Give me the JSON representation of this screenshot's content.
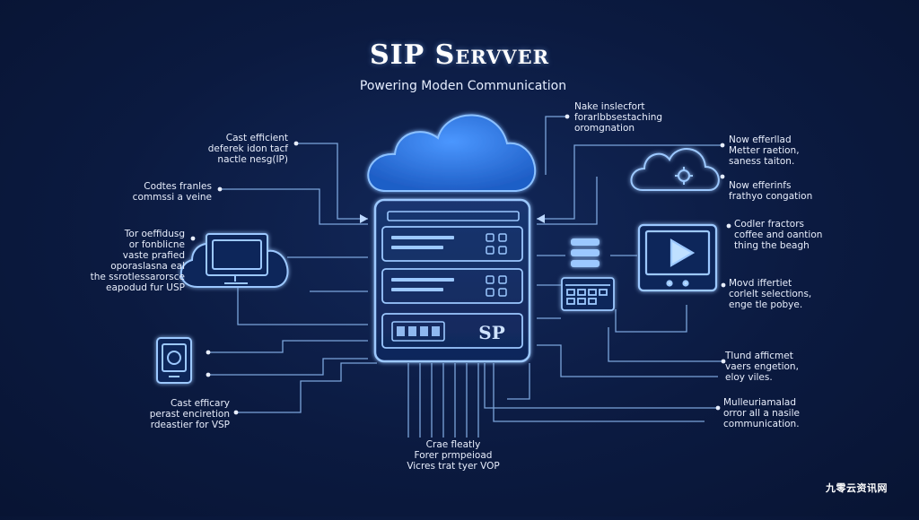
{
  "header": {
    "title": "SIP Servver",
    "subtitle": "Powering Moden Communication"
  },
  "server": {
    "label": "SP"
  },
  "labels": {
    "top_left": [
      "Cast efficient",
      "deferek idon tacf",
      "nactle nesg(IP)"
    ],
    "mid_left": [
      "Codtes franles",
      "commssi a veine"
    ],
    "left_block": [
      "Tor oeffidusg",
      "or fonblicne",
      "vaste prafied",
      "oporaslasna eal",
      "the ssrotlessarorsce",
      "eapodud fur USP"
    ],
    "bottom_left": [
      "Cast efficary",
      "perast enciretion",
      "rdeastier for VSP"
    ],
    "top_center": [
      "Nake inslecfort",
      "forarlbbsestaching",
      "oromgnation"
    ],
    "right_1": [
      "Now efferllad",
      "Metter raetion,",
      "saness taiton."
    ],
    "right_2": [
      "Now efferinfs",
      "frathyo congation"
    ],
    "right_3": [
      "Codler fractors",
      "coffee and oantion",
      "thing the beagh"
    ],
    "right_4": [
      "Movd iffertiet",
      "corlelt selections,",
      "enge tle pobye."
    ],
    "right_5": [
      "Tlund afficmet",
      "vaers engetion,",
      "eloy viles."
    ],
    "right_6": [
      "Mulleuriamalad",
      "orror all a nasile",
      "communication."
    ],
    "bottom_center": [
      "Crae fleatly",
      "Forer prmpeioad",
      "Vicres trat tyer VOP"
    ]
  },
  "watermark": "九零云资讯网",
  "colors": {
    "background": "#0b1a40",
    "line": "#8fbdf5",
    "glow": "#3d8dff",
    "cloud": "#2f7be0",
    "text": "#e8eefc"
  }
}
